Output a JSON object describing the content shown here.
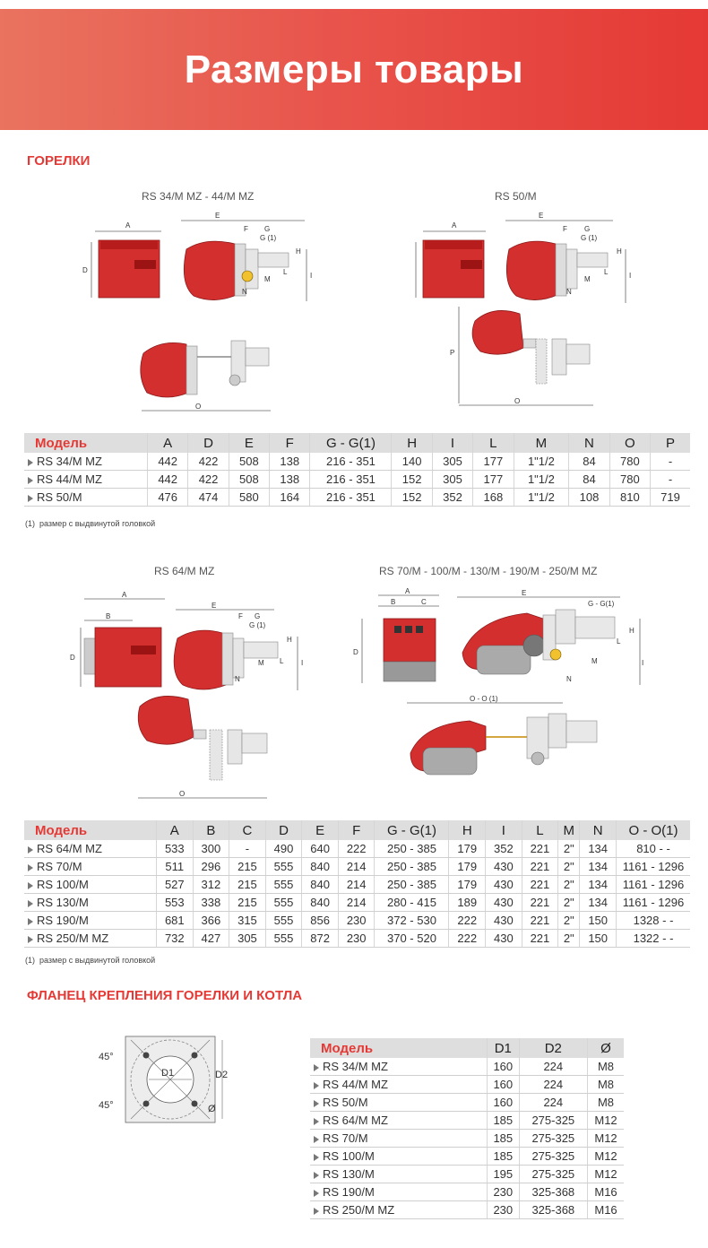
{
  "banner": {
    "title": "Размеры товары"
  },
  "section1": {
    "title": "ГОРЕЛКИ",
    "caption_left": "RS 34/M MZ - 44/M MZ",
    "caption_right": "RS 50/M",
    "table": {
      "headers": [
        "Модель",
        "A",
        "D",
        "E",
        "F",
        "G - G(1)",
        "H",
        "I",
        "L",
        "M",
        "N",
        "O",
        "P"
      ],
      "rows": [
        [
          "RS 34/M MZ",
          "442",
          "422",
          "508",
          "138",
          "216 - 351",
          "140",
          "305",
          "177",
          "1\"1/2",
          "84",
          "780",
          "-"
        ],
        [
          "RS 44/M MZ",
          "442",
          "422",
          "508",
          "138",
          "216 - 351",
          "152",
          "305",
          "177",
          "1\"1/2",
          "84",
          "780",
          "-"
        ],
        [
          "RS 50/M",
          "476",
          "474",
          "580",
          "164",
          "216 - 351",
          "152",
          "352",
          "168",
          "1\"1/2",
          "108",
          "810",
          "719"
        ]
      ]
    },
    "note_num": "(1)",
    "note_text": "размер с выдвинутой головкой"
  },
  "section2": {
    "caption_left": "RS 64/M MZ",
    "caption_right": "RS 70/M - 100/M - 130/M - 190/M - 250/M MZ",
    "table": {
      "headers": [
        "Модель",
        "A",
        "B",
        "C",
        "D",
        "E",
        "F",
        "G - G(1)",
        "H",
        "I",
        "L",
        "M",
        "N",
        "O - O(1)"
      ],
      "rows": [
        [
          "RS 64/M MZ",
          "533",
          "300",
          "-",
          "490",
          "640",
          "222",
          "250 - 385",
          "179",
          "352",
          "221",
          "2\"",
          "134",
          "810   -      -"
        ],
        [
          "RS 70/M",
          "511",
          "296",
          "215",
          "555",
          "840",
          "214",
          "250 - 385",
          "179",
          "430",
          "221",
          "2\"",
          "134",
          "1161 - 1296"
        ],
        [
          "RS 100/M",
          "527",
          "312",
          "215",
          "555",
          "840",
          "214",
          "250 - 385",
          "179",
          "430",
          "221",
          "2\"",
          "134",
          "1161 - 1296"
        ],
        [
          "RS 130/M",
          "553",
          "338",
          "215",
          "555",
          "840",
          "214",
          "280 - 415",
          "189",
          "430",
          "221",
          "2\"",
          "134",
          "1161 - 1296"
        ],
        [
          "RS 190/M",
          "681",
          "366",
          "315",
          "555",
          "856",
          "230",
          "372 - 530",
          "222",
          "430",
          "221",
          "2\"",
          "150",
          "1328 -      -"
        ],
        [
          "RS 250/M MZ",
          "732",
          "427",
          "305",
          "555",
          "872",
          "230",
          "370 - 520",
          "222",
          "430",
          "221",
          "2\"",
          "150",
          "1322 -      -"
        ]
      ]
    },
    "note_num": "(1)",
    "note_text": "размер с выдвинутой головкой"
  },
  "section3": {
    "title": "ФЛАНЕЦ КРЕПЛЕНИЯ ГОРЕЛКИ И КОТЛА",
    "diagram_labels": {
      "angle_top": "45°",
      "angle_bottom": "45°",
      "d1": "D1",
      "d2": "D2",
      "dia": "Ø"
    },
    "table": {
      "headers": [
        "Модель",
        "D1",
        "D2",
        "Ø"
      ],
      "rows": [
        [
          "RS 34/M MZ",
          "160",
          "224",
          "M8"
        ],
        [
          "RS 44/M MZ",
          "160",
          "224",
          "M8"
        ],
        [
          "RS 50/M",
          "160",
          "224",
          "M8"
        ],
        [
          "RS 64/M MZ",
          "185",
          "275-325",
          "M12"
        ],
        [
          "RS 70/M",
          "185",
          "275-325",
          "M12"
        ],
        [
          "RS 100/M",
          "185",
          "275-325",
          "M12"
        ],
        [
          "RS 130/M",
          "195",
          "275-325",
          "M12"
        ],
        [
          "RS 190/M",
          "230",
          "325-368",
          "M16"
        ],
        [
          "RS 250/M MZ",
          "230",
          "325-368",
          "M16"
        ]
      ]
    }
  },
  "colors": {
    "accent": "#e53935",
    "burner_red": "#d32f2f",
    "table_header": "#dedede"
  }
}
